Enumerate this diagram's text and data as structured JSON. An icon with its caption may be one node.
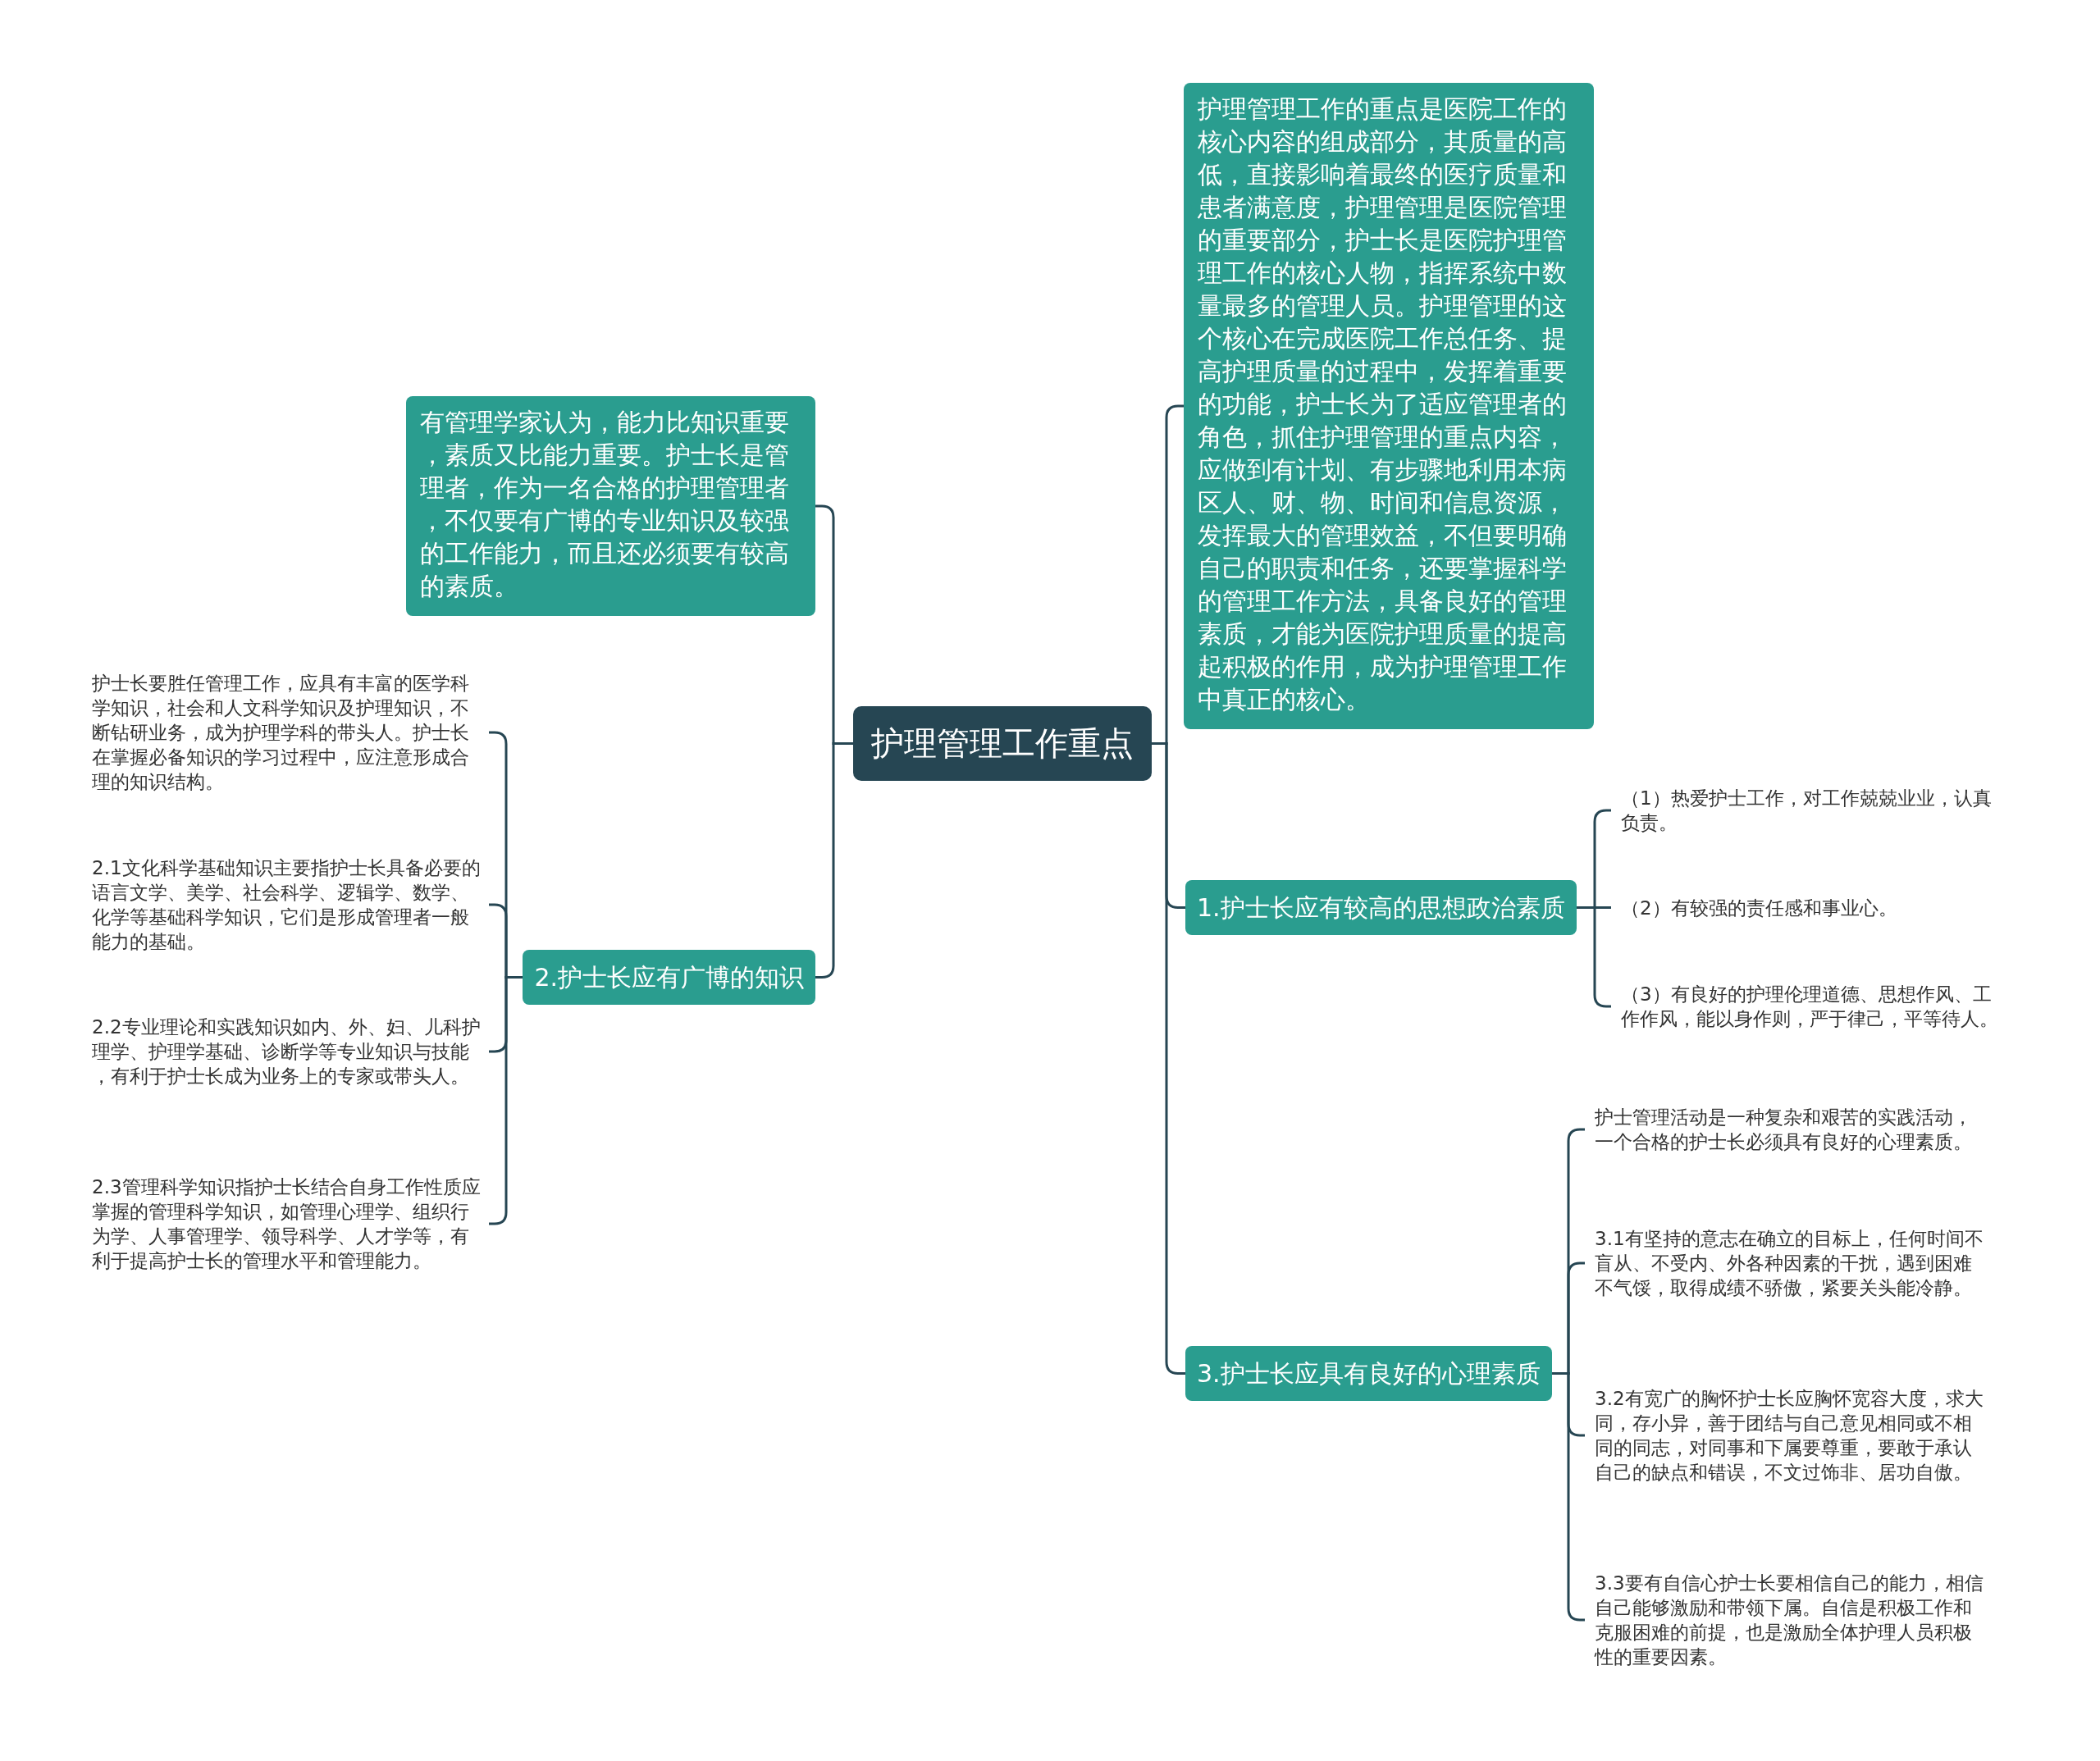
{
  "diagram": {
    "nodes": [
      {
        "text": [
          "护理管理工作重点"
        ]
      },
      {
        "text": [
          "护理管理工作的重点是医院工作的核心内容的组成部分，其质量的高低，直接影响着最终的医疗质量和患者满意度，护理管理是医院管理的重要部分，护士长是医院护理管理工作的核心人物，指挥系统中数量最多的管理人员。护理管理的这个核心在完成医院工作总任务、提高护理质量的过程中，发挥着重要的功能，护士长为了适应管理者的角色，抓住护理管理的重点内容，应做到有计划、有步骤地利用本病区人、财、物、时间和信息资源，发挥最大的管理效益，不但要明确自己的职责和任务，还要掌握科学的管理工作方法，具备良好的管理素质，才能为医院护理质量的提高起积极的作用，成为护理管理工作中真正的核心。"
        ]
      },
      {
        "text": [
          "1.护士长应有较高的思想政治素质"
        ]
      },
      {
        "text": [
          "（1）热爱护士工作，对工作兢兢业业，认真负责。"
        ]
      },
      {
        "text": [
          "（2）有较强的责任感和事业心。"
        ]
      },
      {
        "text": [
          "（3）有良好的护理伦理道德、思想作风、工作作风，能以身作则，严于律己，平等待人。"
        ]
      },
      {
        "text": [
          "3.护士长应具有良好的心理素质"
        ]
      },
      {
        "text": [
          "护士管理活动是一种复杂和艰苦的实践活动，一个合格的护士长必须具有良好的心理素质。"
        ]
      },
      {
        "text": [
          "3.1有坚持的意志在确立的目标上，任何时间不盲从、不受内、外各种因素的干扰，遇到困难不气馁，取得成绩不骄傲，紧要关头能冷静。"
        ]
      },
      {
        "text": [
          "3.2有宽广的胸怀护士长应胸怀宽容大度，求大同，存小异，善于团结与自己意见相同或不相同的同志，对同事和下属要尊重，要敢于承认自己的缺点和错误，不文过饰非、居功自傲。"
        ]
      },
      {
        "text": [
          "3.3要有自信心护士长要相信自己的能力，相信自己能够激励和带领下属。自信是积极工作和克服困难的前提，也是激励全体护理人员积极性的重要因素。"
        ]
      },
      {
        "text": [
          "有管理学家认为，能力比知识重要，素质又比能力重要。护士长是管理者，作为一名合格的护理管理者，不仅要有广博的专业知识及较强的工作能力，而且还必须要有较高的素质。"
        ]
      },
      {
        "text": [
          "2.护士长应有广博的知识"
        ]
      },
      {
        "text": [
          "护士长要胜任管理工作，应具有丰富的医学科学知识，社会和人文科学知识及护理知识，不断钻研业务，成为护理学科的带头人。护士长在掌握必备知识的学习过程中，应注意形成合理的知识结构。"
        ]
      },
      {
        "text": [
          "2.1文化科学基础知识主要指护士长具备必要的语言文学、美学、社会科学、逻辑学、数学、化学等基础科学知识，它们是形成管理者一般能力的基础。"
        ]
      },
      {
        "text": [
          "2.2专业理论和实践知识如内、外、妇、儿科护理学、护理学基础、诊断学等专业知识与技能，有利于护士长成为业务上的专家或带头人。"
        ]
      },
      {
        "text": [
          "2.3管理科学知识指护士长结合自身工作性质应掌握的管理科学知识，如管理心理学、组织行为学、人事管理学、领导科学、人才学等，有利于提高护士长的管理水平和管理能力。"
        ]
      }
    ],
    "edges": [
      {
        "from": 0,
        "to": 1,
        "arrow": "none"
      },
      {
        "from": 0,
        "to": 2,
        "arrow": "none"
      },
      {
        "from": 2,
        "to": 3,
        "arrow": "none"
      },
      {
        "from": 2,
        "to": 4,
        "arrow": "none"
      },
      {
        "from": 2,
        "to": 5,
        "arrow": "none"
      },
      {
        "from": 0,
        "to": 6,
        "arrow": "none"
      },
      {
        "from": 6,
        "to": 7,
        "arrow": "none"
      },
      {
        "from": 6,
        "to": 8,
        "arrow": "none"
      },
      {
        "from": 6,
        "to": 9,
        "arrow": "none"
      },
      {
        "from": 6,
        "to": 10,
        "arrow": "none"
      },
      {
        "from": 0,
        "to": 11,
        "arrow": "none"
      },
      {
        "from": 0,
        "to": 12,
        "arrow": "none"
      },
      {
        "from": 12,
        "to": 13,
        "arrow": "none"
      },
      {
        "from": 12,
        "to": 14,
        "arrow": "none"
      },
      {
        "from": 12,
        "to": 15,
        "arrow": "none"
      },
      {
        "from": 12,
        "to": 16,
        "arrow": "none"
      }
    ]
  }
}
